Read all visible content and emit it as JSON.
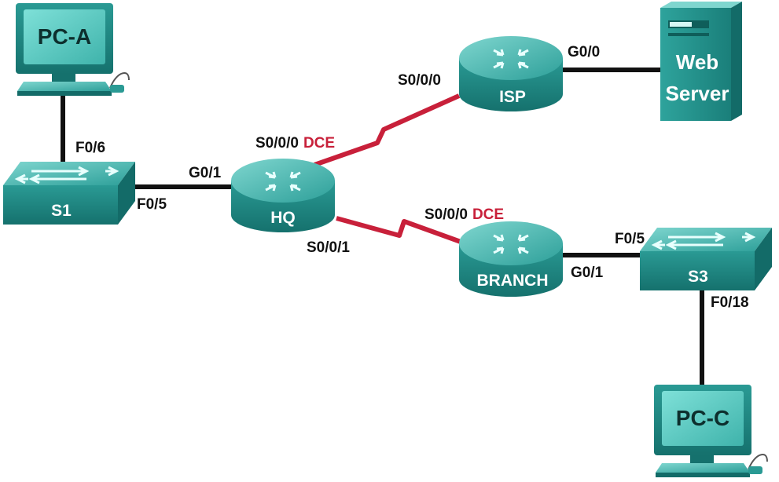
{
  "colors": {
    "ethernet_link": "#111111",
    "serial_link": "#c8203a",
    "device_teal": "#1f8f8b",
    "device_dark": "#136b68",
    "device_light": "#5cc7c0",
    "dce_text": "#c8203a"
  },
  "devices": {
    "pc_a": {
      "label": "PC-A",
      "icon": "pc-icon"
    },
    "pc_c": {
      "label": "PC-C",
      "icon": "pc-icon"
    },
    "s1": {
      "label": "S1",
      "icon": "switch-icon"
    },
    "s3": {
      "label": "S3",
      "icon": "switch-icon"
    },
    "hq": {
      "label": "HQ",
      "icon": "router-icon"
    },
    "isp": {
      "label": "ISP",
      "icon": "router-icon"
    },
    "branch": {
      "label": "BRANCH",
      "icon": "router-icon"
    },
    "web_server": {
      "label_line1": "Web",
      "label_line2": "Server",
      "icon": "server-icon"
    }
  },
  "interfaces": {
    "s1_f0_6": "F0/6",
    "s1_f0_5": "F0/5",
    "hq_g0_1": "G0/1",
    "hq_s0_0_0": "S0/0/0",
    "hq_s0_0_0_dce": "DCE",
    "hq_s0_0_1": "S0/0/1",
    "isp_s0_0_0": "S0/0/0",
    "isp_g0_0": "G0/0",
    "branch_s0_0_0": "S0/0/0",
    "branch_s0_0_0_dce": "DCE",
    "branch_g0_1": "G0/1",
    "s3_f0_5": "F0/5",
    "s3_f0_18": "F0/18"
  }
}
